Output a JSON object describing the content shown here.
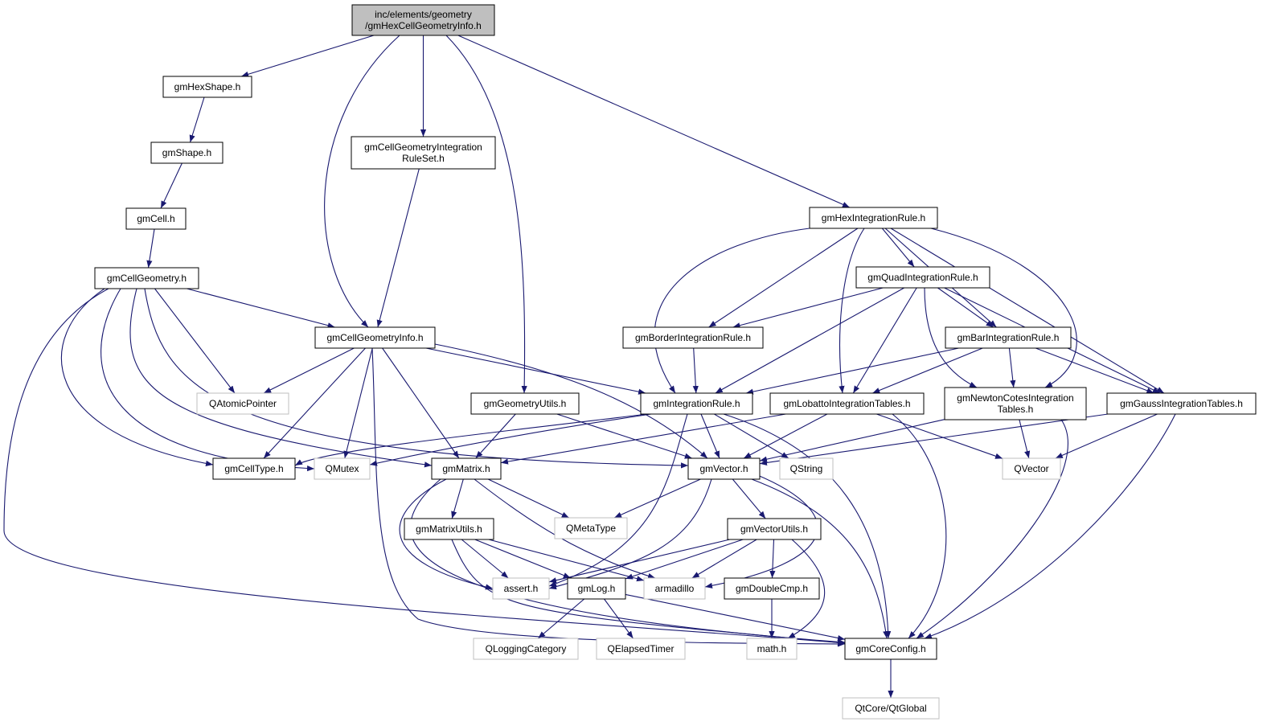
{
  "colors": {
    "edge": "#191970",
    "project_border": "#000000",
    "external_border": "#bfbfbf",
    "root_fill": "#bfbfbf"
  },
  "nodes": {
    "root": {
      "lines": [
        "inc/elements/geometry",
        "/gmHexCellGeometryInfo.h"
      ],
      "kind": "root"
    },
    "hexshape": {
      "lines": [
        "gmHexShape.h"
      ],
      "kind": "project"
    },
    "shape": {
      "lines": [
        "gmShape.h"
      ],
      "kind": "project"
    },
    "cell": {
      "lines": [
        "gmCell.h"
      ],
      "kind": "project"
    },
    "cellgeometry": {
      "lines": [
        "gmCellGeometry.h"
      ],
      "kind": "project"
    },
    "cgirs": {
      "lines": [
        "gmCellGeometryIntegration",
        "RuleSet.h"
      ],
      "kind": "project"
    },
    "cellgeometryinfo": {
      "lines": [
        "gmCellGeometryInfo.h"
      ],
      "kind": "project"
    },
    "qatomic": {
      "lines": [
        "QAtomicPointer"
      ],
      "kind": "external"
    },
    "geometryutils": {
      "lines": [
        "gmGeometryUtils.h"
      ],
      "kind": "project"
    },
    "celltype": {
      "lines": [
        "gmCellType.h"
      ],
      "kind": "project"
    },
    "qmutex": {
      "lines": [
        "QMutex"
      ],
      "kind": "external"
    },
    "matrix": {
      "lines": [
        "gmMatrix.h"
      ],
      "kind": "project"
    },
    "hexint": {
      "lines": [
        "gmHexIntegrationRule.h"
      ],
      "kind": "project"
    },
    "quadint": {
      "lines": [
        "gmQuadIntegrationRule.h"
      ],
      "kind": "project"
    },
    "borderint": {
      "lines": [
        "gmBorderIntegrationRule.h"
      ],
      "kind": "project"
    },
    "barint": {
      "lines": [
        "gmBarIntegrationRule.h"
      ],
      "kind": "project"
    },
    "intrule": {
      "lines": [
        "gmIntegrationRule.h"
      ],
      "kind": "project"
    },
    "lobatto": {
      "lines": [
        "gmLobattoIntegrationTables.h"
      ],
      "kind": "project"
    },
    "newton": {
      "lines": [
        "gmNewtonCotesIntegration",
        "Tables.h"
      ],
      "kind": "project"
    },
    "gauss": {
      "lines": [
        "gmGaussIntegrationTables.h"
      ],
      "kind": "project"
    },
    "vector": {
      "lines": [
        "gmVector.h"
      ],
      "kind": "project"
    },
    "qstring": {
      "lines": [
        "QString"
      ],
      "kind": "external"
    },
    "qvector": {
      "lines": [
        "QVector"
      ],
      "kind": "external"
    },
    "qmetatype": {
      "lines": [
        "QMetaType"
      ],
      "kind": "external"
    },
    "matrixutils": {
      "lines": [
        "gmMatrixUtils.h"
      ],
      "kind": "project"
    },
    "vectorutils": {
      "lines": [
        "gmVectorUtils.h"
      ],
      "kind": "project"
    },
    "assert": {
      "lines": [
        "assert.h"
      ],
      "kind": "external"
    },
    "log": {
      "lines": [
        "gmLog.h"
      ],
      "kind": "project"
    },
    "armadillo": {
      "lines": [
        "armadillo"
      ],
      "kind": "external"
    },
    "doublecmp": {
      "lines": [
        "gmDoubleCmp.h"
      ],
      "kind": "project"
    },
    "qlogging": {
      "lines": [
        "QLoggingCategory"
      ],
      "kind": "external"
    },
    "qelapsed": {
      "lines": [
        "QElapsedTimer"
      ],
      "kind": "external"
    },
    "math": {
      "lines": [
        "math.h"
      ],
      "kind": "external"
    },
    "coreconfig": {
      "lines": [
        "gmCoreConfig.h"
      ],
      "kind": "project"
    },
    "qtglobal": {
      "lines": [
        "QtCore/QtGlobal"
      ],
      "kind": "external"
    }
  },
  "edges": [
    [
      "root",
      "hexshape"
    ],
    [
      "root",
      "cellgeometryinfo"
    ],
    [
      "root",
      "cgirs"
    ],
    [
      "root",
      "geometryutils"
    ],
    [
      "root",
      "hexint"
    ],
    [
      "hexshape",
      "shape"
    ],
    [
      "shape",
      "cell"
    ],
    [
      "cell",
      "cellgeometry"
    ],
    [
      "cellgeometry",
      "cellgeometryinfo"
    ],
    [
      "cellgeometry",
      "qatomic"
    ],
    [
      "cellgeometry",
      "celltype"
    ],
    [
      "cellgeometry",
      "qmutex"
    ],
    [
      "cellgeometry",
      "matrix"
    ],
    [
      "cellgeometry",
      "vector"
    ],
    [
      "cellgeometry",
      "coreconfig"
    ],
    [
      "cgirs",
      "cellgeometryinfo"
    ],
    [
      "cellgeometryinfo",
      "qatomic"
    ],
    [
      "cellgeometryinfo",
      "celltype"
    ],
    [
      "cellgeometryinfo",
      "qmutex"
    ],
    [
      "cellgeometryinfo",
      "matrix"
    ],
    [
      "cellgeometryinfo",
      "intrule"
    ],
    [
      "cellgeometryinfo",
      "vector"
    ],
    [
      "cellgeometryinfo",
      "coreconfig"
    ],
    [
      "geometryutils",
      "matrix"
    ],
    [
      "geometryutils",
      "vector"
    ],
    [
      "hexint",
      "intrule"
    ],
    [
      "hexint",
      "quadint"
    ],
    [
      "hexint",
      "borderint"
    ],
    [
      "hexint",
      "barint"
    ],
    [
      "hexint",
      "lobatto"
    ],
    [
      "hexint",
      "newton"
    ],
    [
      "hexint",
      "gauss"
    ],
    [
      "quadint",
      "borderint"
    ],
    [
      "quadint",
      "barint"
    ],
    [
      "quadint",
      "intrule"
    ],
    [
      "quadint",
      "lobatto"
    ],
    [
      "quadint",
      "newton"
    ],
    [
      "quadint",
      "gauss"
    ],
    [
      "borderint",
      "intrule"
    ],
    [
      "barint",
      "intrule"
    ],
    [
      "barint",
      "lobatto"
    ],
    [
      "barint",
      "newton"
    ],
    [
      "barint",
      "gauss"
    ],
    [
      "intrule",
      "celltype"
    ],
    [
      "intrule",
      "qmutex"
    ],
    [
      "intrule",
      "vector"
    ],
    [
      "intrule",
      "qstring"
    ],
    [
      "intrule",
      "assert"
    ],
    [
      "intrule",
      "coreconfig"
    ],
    [
      "lobatto",
      "matrix"
    ],
    [
      "lobatto",
      "vector"
    ],
    [
      "lobatto",
      "qvector"
    ],
    [
      "lobatto",
      "coreconfig"
    ],
    [
      "newton",
      "vector"
    ],
    [
      "newton",
      "qvector"
    ],
    [
      "newton",
      "coreconfig"
    ],
    [
      "gauss",
      "vector"
    ],
    [
      "gauss",
      "qvector"
    ],
    [
      "gauss",
      "coreconfig"
    ],
    [
      "matrix",
      "matrixutils"
    ],
    [
      "matrix",
      "qmetatype"
    ],
    [
      "matrix",
      "assert"
    ],
    [
      "matrix",
      "armadillo"
    ],
    [
      "matrix",
      "coreconfig"
    ],
    [
      "vector",
      "qmetatype"
    ],
    [
      "vector",
      "vectorutils"
    ],
    [
      "vector",
      "assert"
    ],
    [
      "vector",
      "armadillo"
    ],
    [
      "vector",
      "coreconfig"
    ],
    [
      "matrixutils",
      "assert"
    ],
    [
      "matrixutils",
      "log"
    ],
    [
      "matrixutils",
      "armadillo"
    ],
    [
      "matrixutils",
      "coreconfig"
    ],
    [
      "vectorutils",
      "assert"
    ],
    [
      "vectorutils",
      "log"
    ],
    [
      "vectorutils",
      "armadillo"
    ],
    [
      "vectorutils",
      "doublecmp"
    ],
    [
      "vectorutils",
      "math"
    ],
    [
      "log",
      "qlogging"
    ],
    [
      "log",
      "qelapsed"
    ],
    [
      "log",
      "coreconfig"
    ],
    [
      "doublecmp",
      "math"
    ],
    [
      "coreconfig",
      "qtglobal"
    ]
  ]
}
